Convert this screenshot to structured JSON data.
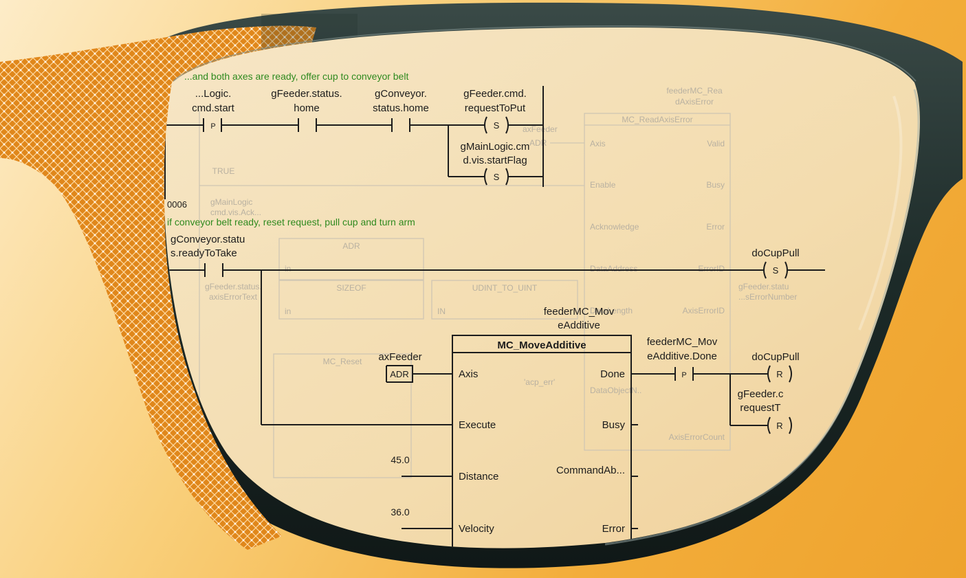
{
  "rung5": {
    "comment": "...and both axes are ready, offer cup to conveyor belt",
    "contact1_label": [
      "...Logic.",
      "cmd.start"
    ],
    "contact2_label": [
      "gFeeder.status.",
      "home"
    ],
    "contact3_label": [
      "gConveyor.",
      "status.home"
    ],
    "coil1_label": [
      "gFeeder.cmd.",
      "requestToPut"
    ],
    "coil2_label": [
      "gMainLogic.cm",
      "d.vis.startFlag"
    ],
    "contact_p": "P",
    "coil_s": "S"
  },
  "rung6": {
    "number": "0006",
    "comment": "if conveyor belt ready, reset request, pull cup and turn arm",
    "contact_label": [
      "gConveyor.statu",
      "s.readyToTake"
    ],
    "coil_out_label": "doCupPull",
    "coil_s": "S",
    "instance_label": [
      "feederMC_Mov",
      "eAdditive"
    ],
    "fb": {
      "title": "MC_MoveAdditive",
      "inputs": [
        "Axis",
        "Execute",
        "Distance",
        "Velocity"
      ],
      "outputs": [
        "Done",
        "Busy",
        "CommandAb...",
        "Error"
      ]
    },
    "axis_var": "axFeeder",
    "adr_label": "ADR",
    "distance_value": "45.0",
    "velocity_value": "36.0",
    "done_contact_label": [
      "feederMC_Mov",
      "eAdditive.Done"
    ],
    "contact_p": "P",
    "reset_coil1_label": "doCupPull",
    "reset_coil2_label": [
      "gFeeder.c",
      "requestT"
    ],
    "coil_r": "R"
  },
  "ghost": {
    "true_label": "TRUE",
    "read_error_instance": [
      "feederMC_Rea",
      "dAxisError"
    ],
    "read_error_fb": "MC_ReadAxisError",
    "read_error_inputs": [
      "Axis",
      "Enable",
      "Acknowledge",
      "DataAddress",
      "DataLength"
    ],
    "read_error_outputs": [
      "Valid",
      "Busy",
      "Error",
      "ErrorID",
      "AxisErrorID",
      "AxisErrorCount"
    ],
    "axfeeder_small": "axFeeder",
    "adr_box": "ADR",
    "sizeof_box": "SIZEOF",
    "udint_box": "UDINT_TO_UINT",
    "in_label": "in",
    "in_label2": "IN",
    "reset_fb": "MC_Reset",
    "acp_err": "'acp_err'",
    "data_object": "DataObjectN..",
    "feeder_status_text": [
      "gFeeder.status.",
      "axisErrorText"
    ],
    "feeder_status_num": [
      "gFeeder.statu",
      "...sErrorNumber"
    ],
    "main_logic_ghost": [
      "gMainLogic",
      "cmd.vis.Ack..."
    ]
  },
  "colors": {
    "frame": "#1f2e2c",
    "mesh": "#e28a1c",
    "lens": "#f4dfb8",
    "comment_green": "#2f8a1f",
    "background": "#f3ad3a"
  }
}
